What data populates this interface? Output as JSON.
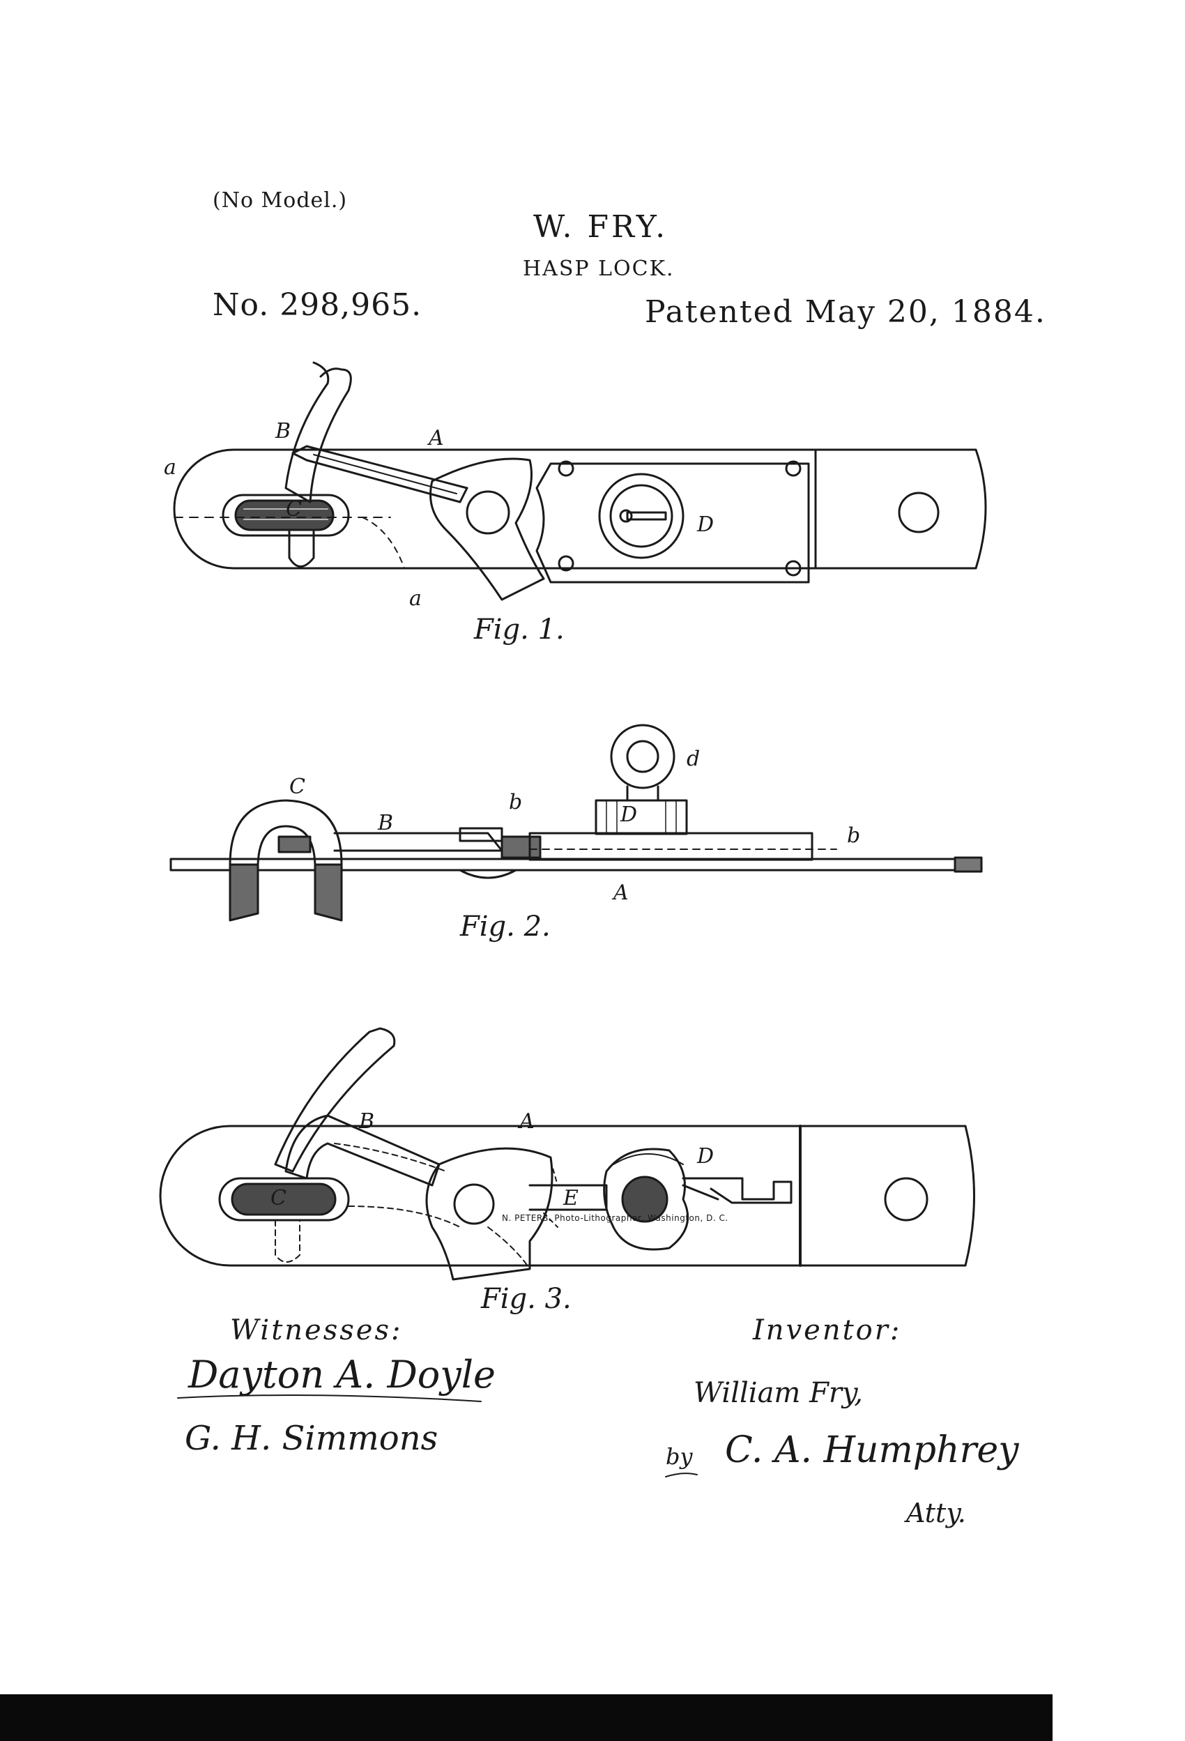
{
  "header": {
    "model_note": "(No Model.)",
    "inventor": "W. FRY.",
    "title": "HASP LOCK.",
    "patent_number": "No. 298,965.",
    "patent_date": "Patented May 20, 1884."
  },
  "figures": [
    {
      "caption": "Fig. 1.",
      "labels": [
        "a",
        "B",
        "A",
        "C",
        "a",
        "D"
      ]
    },
    {
      "caption": "Fig. 2.",
      "labels": [
        "C",
        "B",
        "b",
        "d",
        "D",
        "b",
        "A"
      ]
    },
    {
      "caption": "Fig. 3.",
      "labels": [
        "B",
        "A",
        "C",
        "E",
        "D"
      ]
    }
  ],
  "signatures": {
    "witnesses_label": "Witnesses:",
    "witness_1": "Dayton A. Doyle",
    "witness_2": "G. H. Simmons",
    "inventor_label": "Inventor:",
    "inventor_name": "William Fry,",
    "by": "by",
    "attorney": "C. A. Humphrey",
    "attorney_title": "Atty."
  },
  "footer": "N. PETERS. Photo-Lithographer, Washington, D. C."
}
